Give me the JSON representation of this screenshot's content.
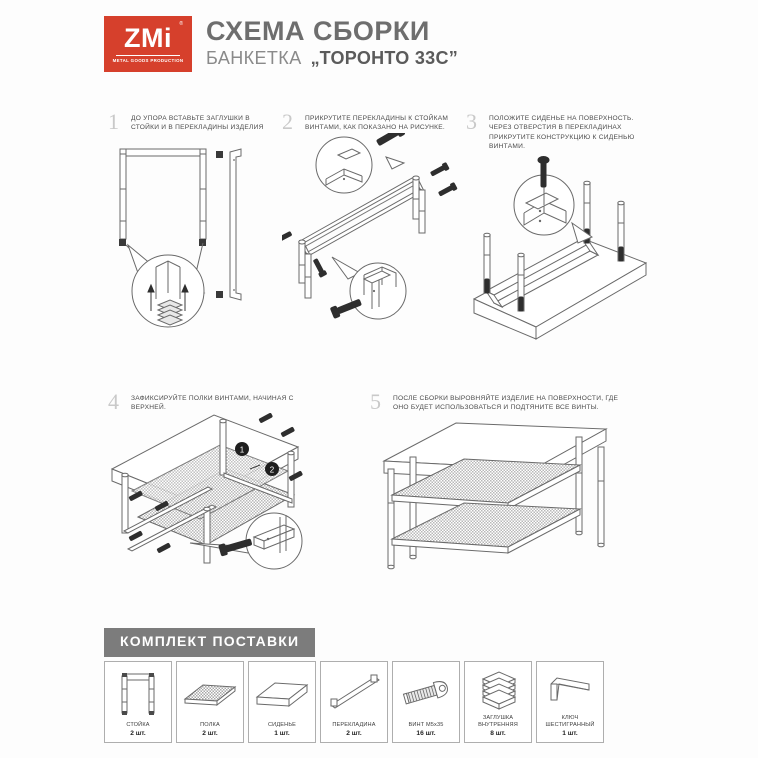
{
  "header": {
    "logo_mark": "ZMi",
    "logo_registered": "®",
    "logo_subtitle": "METAL GOODS PRODUCTION",
    "title": "СХЕМА СБОРКИ",
    "product_type": "БАНКЕТКА",
    "quote_open": "„",
    "model": "ТОРОНТО 33С",
    "quote_close": "”",
    "brand_color": "#d6402c",
    "title_color": "#6e6e6e"
  },
  "steps": [
    {
      "number": "1",
      "text": "ДО УПОРА ВСТАВЬТЕ ЗАГЛУШКИ В СТОЙКИ И В ПЕРЕКЛАДИНЫ ИЗДЕЛИЯ"
    },
    {
      "number": "2",
      "text": "ПРИКРУТИТЕ ПЕРЕКЛАДИНЫ К СТОЙКАМ ВИНТАМИ, КАК ПОКАЗАНО НА РИСУНКЕ."
    },
    {
      "number": "3",
      "text": "ПОЛОЖИТЕ СИДЕНЬЕ НА ПОВЕРХНОСТЬ. ЧЕРЕЗ ОТВЕРСТИЯ В ПЕРЕКЛАДИНАХ ПРИКРУТИТЕ КОНСТРУКЦИЮ К СИДЕНЬЮ ВИНТАМИ."
    },
    {
      "number": "4",
      "text": "ЗАФИКСИРУЙТЕ ПОЛКИ ВИНТАМИ, НАЧИНАЯ С ВЕРХНЕЙ."
    },
    {
      "number": "5",
      "text": "ПОСЛЕ СБОРКИ ВЫРОВНЯЙТЕ ИЗДЕЛИЕ НА ПОВЕРХНОСТИ, ГДЕ ОНО БУДЕТ ИСПОЛЬЗОВАТЬСЯ И ПОДТЯНИТЕ ВСЕ ВИНТЫ."
    }
  ],
  "step4_callouts": [
    "1",
    "2"
  ],
  "parts_section": {
    "banner_label": "КОМПЛЕКТ ПОСТАВКИ",
    "banner_color": "#7c7c7c",
    "items": [
      {
        "icon": "frame-post-icon",
        "label": "СТОЙКА",
        "qty": "2 шт."
      },
      {
        "icon": "mesh-shelf-icon",
        "label": "ПОЛКА",
        "qty": "2 шт."
      },
      {
        "icon": "seat-board-icon",
        "label": "СИДЕНЬЕ",
        "qty": "1 шт."
      },
      {
        "icon": "crossbar-icon",
        "label": "ПЕРЕКЛАДИНА",
        "qty": "2 шт."
      },
      {
        "icon": "screw-icon",
        "label": "ВИНТ M5x35",
        "qty": "16 шт."
      },
      {
        "icon": "end-cap-stack-icon",
        "label": "ЗАГЛУШКА ВНУТРЕННЯЯ",
        "qty": "8 шт."
      },
      {
        "icon": "hex-key-icon",
        "label": "КЛЮЧ ШЕСТИГРАННЫЙ",
        "qty": "1 шт."
      }
    ]
  }
}
